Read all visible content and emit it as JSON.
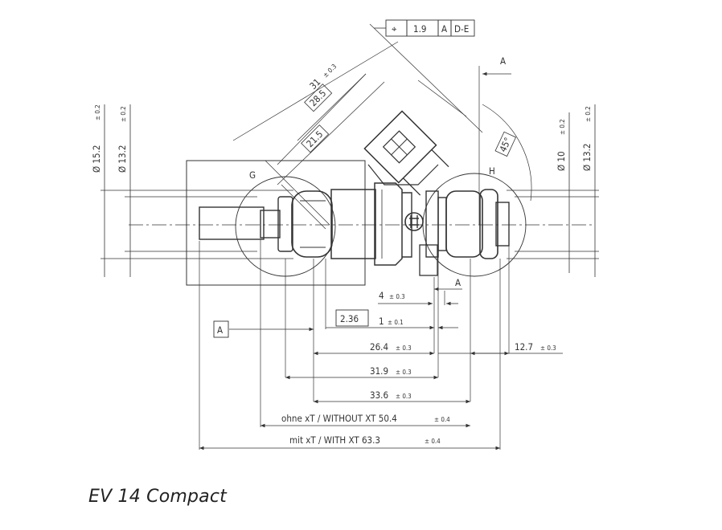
{
  "caption": "EV 14 Compact",
  "feature_control_frame": {
    "symbol": "⌖",
    "value": "1.9",
    "datum_a": "A",
    "datum_b": "D-E"
  },
  "datum_labels": {
    "a_top": "A",
    "a_bottom": "A",
    "a_box": "A"
  },
  "detail_labels": {
    "g": "G",
    "h": "H"
  },
  "angle": "45°",
  "diameters": {
    "left_outer": {
      "value": "Ø 15.2",
      "tol": "± 0.2"
    },
    "left_inner": {
      "value": "Ø 13.2",
      "tol": "± 0.2"
    },
    "right_inner": {
      "value": "Ø 10",
      "tol": "± 0.2"
    },
    "right_outer": {
      "value": "Ø 13.2",
      "tol": "± 0.2"
    }
  },
  "angled_dims": {
    "d31": {
      "value": "31",
      "tol": "± 0.3"
    },
    "d28_5": "28.5",
    "d21_5": "21.5"
  },
  "linear_dims": {
    "d4": {
      "value": "4",
      "tol": "± 0.3"
    },
    "d2_36": "2.36",
    "d1": {
      "value": "1",
      "tol": "± 0.1"
    },
    "d26_4": {
      "value": "26.4",
      "tol": "± 0.3"
    },
    "d12_7": {
      "value": "12.7",
      "tol": "± 0.3"
    },
    "d31_9": {
      "value": "31.9",
      "tol": "± 0.3"
    },
    "d33_6": {
      "value": "33.6",
      "tol": "± 0.3"
    },
    "d50_4": {
      "value": "ohne xT / WITHOUT XT 50.4",
      "tol": "± 0.4"
    },
    "d63_3": {
      "value": "mit xT / WITH XT 63.3",
      "tol": "± 0.4"
    }
  }
}
